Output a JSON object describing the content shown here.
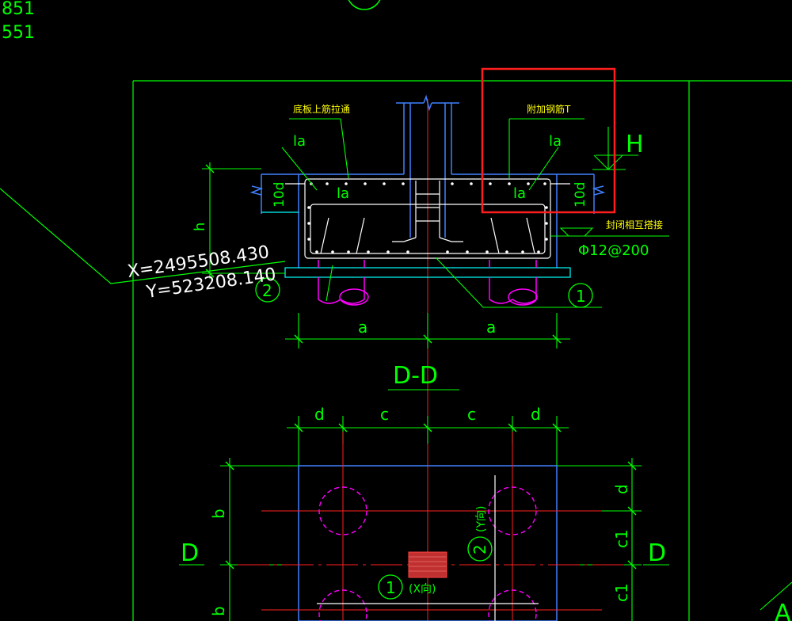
{
  "corner": {
    "top": "851",
    "bottom": "551"
  },
  "annotations": {
    "bottom_slab_rebar": "底板上筋拉通",
    "additional_rebar": "附加钢筋T",
    "closed_stirrup": "封闭相互搭接",
    "stirrup_spec": "Φ12@200",
    "la": "la",
    "ten_d": "10d",
    "h_mark": "H",
    "h_dim": "h",
    "a_dim": "a",
    "b_dim": "b",
    "c_dim": "c",
    "d_dim": "d",
    "c1_dim": "c1",
    "circle_one": "1",
    "circle_two": "2",
    "x_dir": "(X向)",
    "y_dir": "(Y向)",
    "marker_a": "A"
  },
  "coordinates": {
    "x": "X=2495508.430",
    "y": "Y=523208.140"
  },
  "section": {
    "title": "D-D",
    "left": "D",
    "right": "D"
  },
  "colors": {
    "green": "#00ff00",
    "white": "#ffffff",
    "red": "#ff2020",
    "magenta": "#ff00ff",
    "yellow": "#ffff00",
    "cyan": "#00ffff",
    "blue": "#4080ff",
    "highlight": "#ff1e1e"
  }
}
